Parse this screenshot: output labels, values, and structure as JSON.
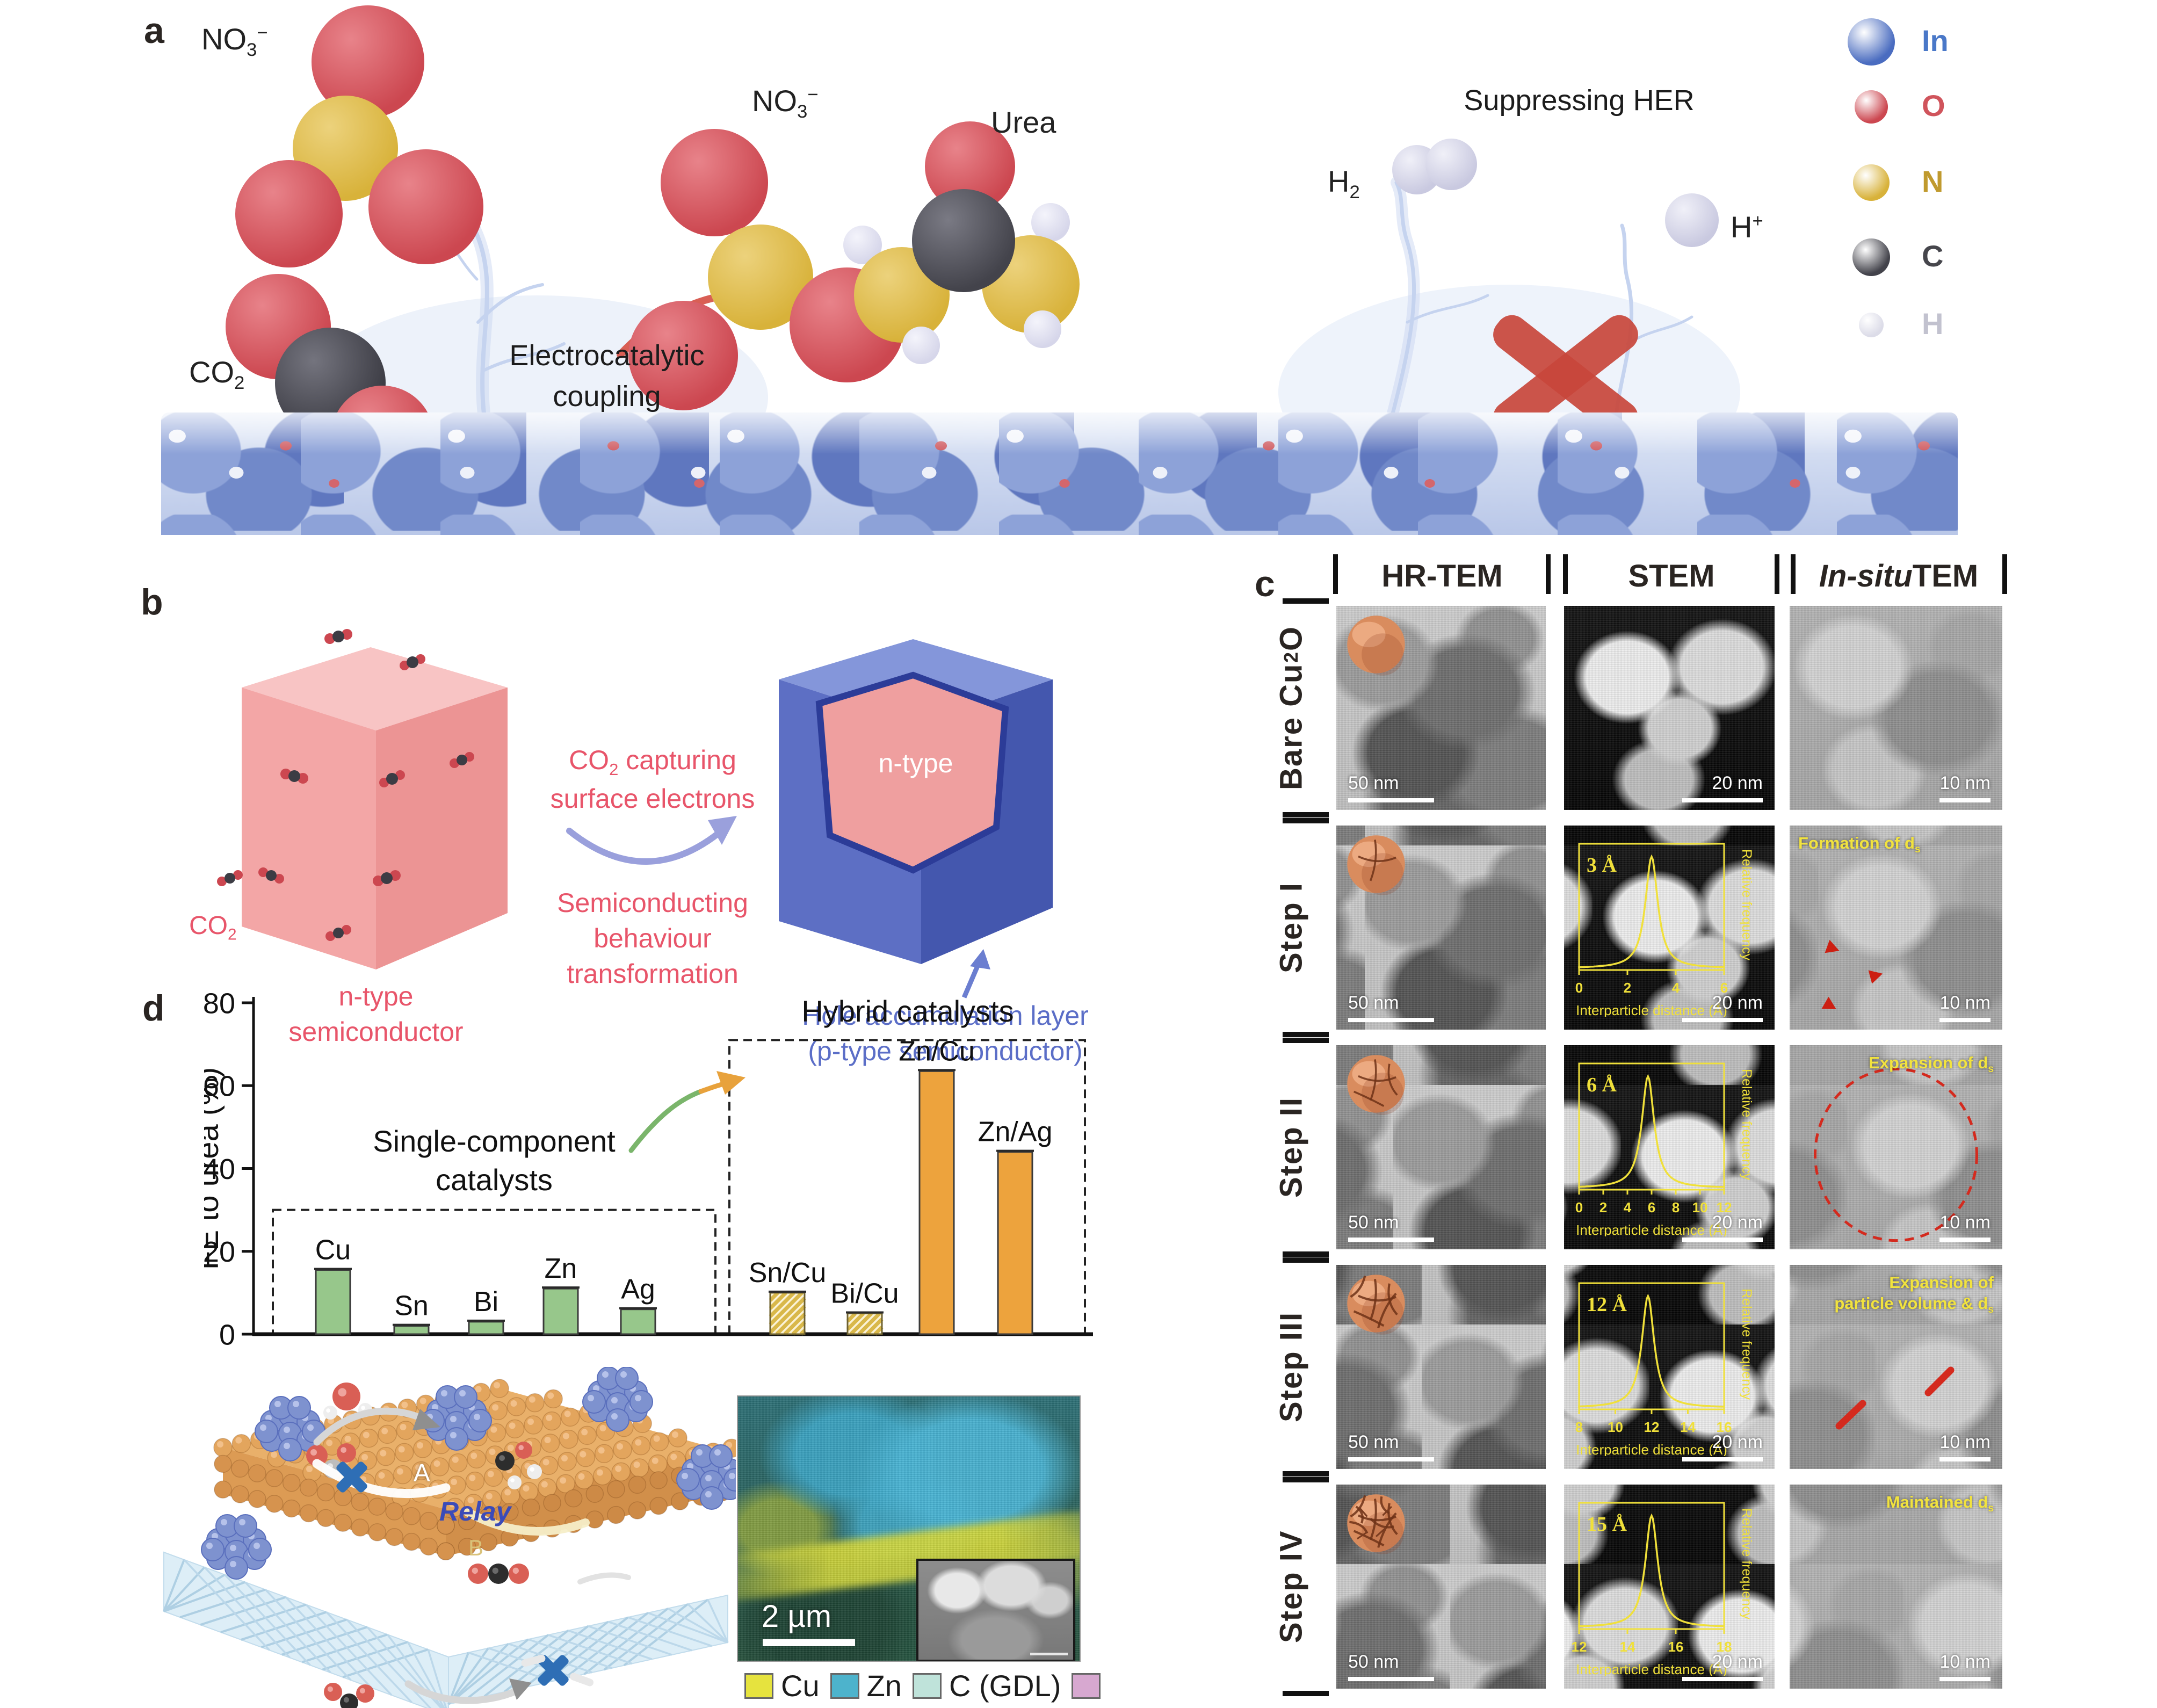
{
  "panel_a": {
    "label": "a",
    "no3_left": "NO_3^−",
    "no3_right": "NO_3^−",
    "co2": "CO_2",
    "urea": "Urea",
    "h2": "H_2",
    "h_plus": "H^+",
    "coupling_line1": "Electrocatalytic",
    "coupling_line2": "coupling",
    "suppressing": "Suppressing HER",
    "legend": [
      {
        "symbol": "In",
        "color": "#4a6cc0",
        "text_color": "#4a78c8",
        "size": 88
      },
      {
        "symbol": "O",
        "color": "#cc4750",
        "text_color": "#d0545c",
        "size": 62
      },
      {
        "symbol": "N",
        "color": "#d8b23a",
        "text_color": "#c09a2e",
        "size": 68
      },
      {
        "symbol": "C",
        "color": "#43434b",
        "text_color": "#46464c",
        "size": 70
      },
      {
        "symbol": "H",
        "color": "#dcdce8",
        "text_color": "#c2c2cf",
        "size": 46
      }
    ]
  },
  "panel_b": {
    "label": "b",
    "co2": "CO_2",
    "left_caption": "n-type semiconductor",
    "transform_top1": "CO_2 capturing",
    "transform_top2": "surface electrons",
    "transform_bottom1": "Semiconducting",
    "transform_bottom2": "behaviour transformation",
    "core": "n-type",
    "right_caption1": "Hole accumulation layer",
    "right_caption2": "(p-type semiconductor)"
  },
  "panel_c": {
    "label": "c",
    "columns": [
      {
        "italic": "",
        "text": "HR-TEM"
      },
      {
        "italic": "",
        "text": "STEM"
      },
      {
        "italic": "In-situ",
        "text": " TEM"
      }
    ],
    "rows": [
      {
        "label": "Bare Cu_2O",
        "hr_scale": "50 nm",
        "stem_scale": "20 nm",
        "ins_scale": "10 nm",
        "crack": 0,
        "annotation": null,
        "marks": null,
        "hist": null
      },
      {
        "label": "Step I",
        "hr_scale": "50 nm",
        "stem_scale": "20 nm",
        "ins_scale": "10 nm",
        "crack": 1,
        "annotation": "Formation of d_s",
        "marks": "arrowheads",
        "hist": 1
      },
      {
        "label": "Step II",
        "hr_scale": "50 nm",
        "stem_scale": "20 nm",
        "ins_scale": "10 nm",
        "crack": 2,
        "annotation": "Expansion of d_s",
        "marks": "ellipse",
        "hist": 2
      },
      {
        "label": "Step III",
        "hr_scale": "50 nm",
        "stem_scale": "20 nm",
        "ins_scale": "10 nm",
        "crack": 3,
        "annotation": "Expansion of\nparticle volume & d_s",
        "marks": "segments",
        "hist": 3
      },
      {
        "label": "Step IV",
        "hr_scale": "50 nm",
        "stem_scale": "20 nm",
        "ins_scale": "10 nm",
        "crack": 4,
        "annotation": "Maintained d_s",
        "marks": null,
        "hist": 4
      }
    ]
  },
  "panel_d": {
    "label": "d",
    "illustration": {
      "a": "A",
      "relay": "Relay",
      "b": "B"
    },
    "eds": {
      "scale": "2 µm",
      "legend": [
        {
          "label": "Cu",
          "color": "#e6e33e"
        },
        {
          "label": "Zn",
          "color": "#4db3cc"
        },
        {
          "label": "C (GDL)",
          "color": "#bfe3da"
        },
        {
          "label": "",
          "color": "#d7a8d0"
        }
      ]
    }
  },
  "chart_data": [
    {
      "type": "bar",
      "ylabel": "FE to urea (%)",
      "ylim": [
        0,
        80
      ],
      "yticks": [
        0,
        20,
        40,
        60,
        80
      ],
      "categories": [
        "Cu",
        "Sn",
        "Bi",
        "Zn",
        "Ag",
        "Sn/Cu",
        "Bi/Cu",
        "Zn/Cu",
        "Zn/Ag"
      ],
      "values": [
        15.5,
        2,
        3,
        11,
        6,
        10,
        5,
        63.5,
        44
      ],
      "bar_styles": [
        "green",
        "green",
        "green",
        "green",
        "green",
        "hatch",
        "hatch",
        "orange",
        "orange"
      ],
      "groups": [
        {
          "name": "single",
          "label_line1": "Single-component",
          "label_line2": "catalysts",
          "box_top": 30
        },
        {
          "name": "hybrid",
          "label_line1": "Hybrid catalysts",
          "label_line2": "",
          "box_top": 71
        }
      ],
      "colors": {
        "green": "#97c78b",
        "orange": "#eda33d",
        "hatch_bg": "#fbf3d8",
        "hatch_stripe": "#d9b84a"
      }
    },
    {
      "type": "line",
      "title": "3 Å",
      "x_range": [
        0,
        6
      ],
      "xticks": [
        0,
        2,
        4,
        6
      ],
      "peak": 3,
      "xlabel": "Interparticle distance (Å)",
      "ylabel": "Relative frequency"
    },
    {
      "type": "line",
      "title": "6 Å",
      "x_range": [
        0,
        12
      ],
      "xticks": [
        0,
        2,
        4,
        6,
        8,
        10,
        12
      ],
      "peak": 5.7,
      "xlabel": "Interparticle distance (Å)",
      "ylabel": "Relative frequency"
    },
    {
      "type": "line",
      "title": "12 Å",
      "x_range": [
        8,
        16
      ],
      "xticks": [
        8,
        10,
        12,
        14,
        16
      ],
      "peak": 11.8,
      "xlabel": "Interparticle distance (Å)",
      "ylabel": "Relative frequency"
    },
    {
      "type": "line",
      "title": "15 Å",
      "x_range": [
        12,
        18
      ],
      "xticks": [
        12,
        14,
        16,
        18
      ],
      "peak": 15,
      "xlabel": "Interparticle distance (Å)",
      "ylabel": "Relative frequency"
    }
  ]
}
